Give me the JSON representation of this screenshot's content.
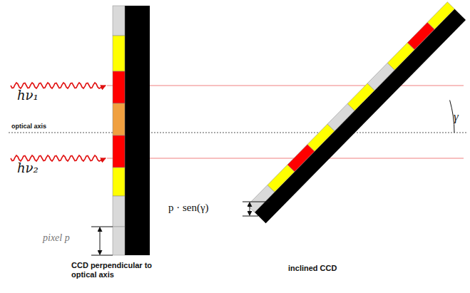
{
  "diagram": {
    "labels": [
      "hν₁",
      "optical axis",
      "hν₂",
      "pixel p",
      "CCD perpendicular to optical axis",
      "γ",
      "p · sen(γ)",
      "inclined CCD"
    ]
  }
}
